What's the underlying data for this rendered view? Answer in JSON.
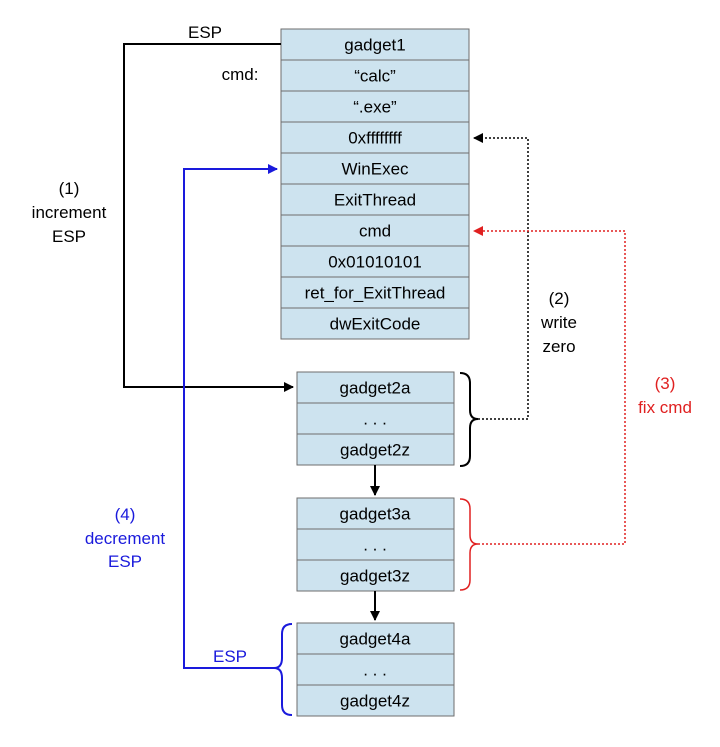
{
  "stack": {
    "esp_top_label": "ESP",
    "cmd_label": "cmd:",
    "cells": [
      "gadget1",
      "“calc”",
      "“.exe”",
      "0xffffffff",
      "WinExec",
      "ExitThread",
      "cmd",
      "0x01010101",
      "ret_for_ExitThread",
      "dwExitCode"
    ]
  },
  "gadget_groups": [
    {
      "cells": [
        "gadget2a",
        ". . .",
        "gadget2z"
      ]
    },
    {
      "cells": [
        "gadget3a",
        ". . .",
        "gadget3z"
      ]
    },
    {
      "cells": [
        "gadget4a",
        ". . .",
        "gadget4z"
      ]
    }
  ],
  "annotations": {
    "step1": [
      "(1)",
      "increment",
      "ESP"
    ],
    "step2": [
      "(2)",
      "write",
      "zero"
    ],
    "step3": [
      "(3)",
      "fix cmd"
    ],
    "step4": [
      "(4)",
      "decrement",
      "ESP"
    ],
    "esp_bottom_label": "ESP"
  },
  "colors": {
    "cell_fill": "#cde3ef",
    "black_arrow": "#000000",
    "red_arrow": "#e02020",
    "blue_arrow": "#1a1adc"
  }
}
